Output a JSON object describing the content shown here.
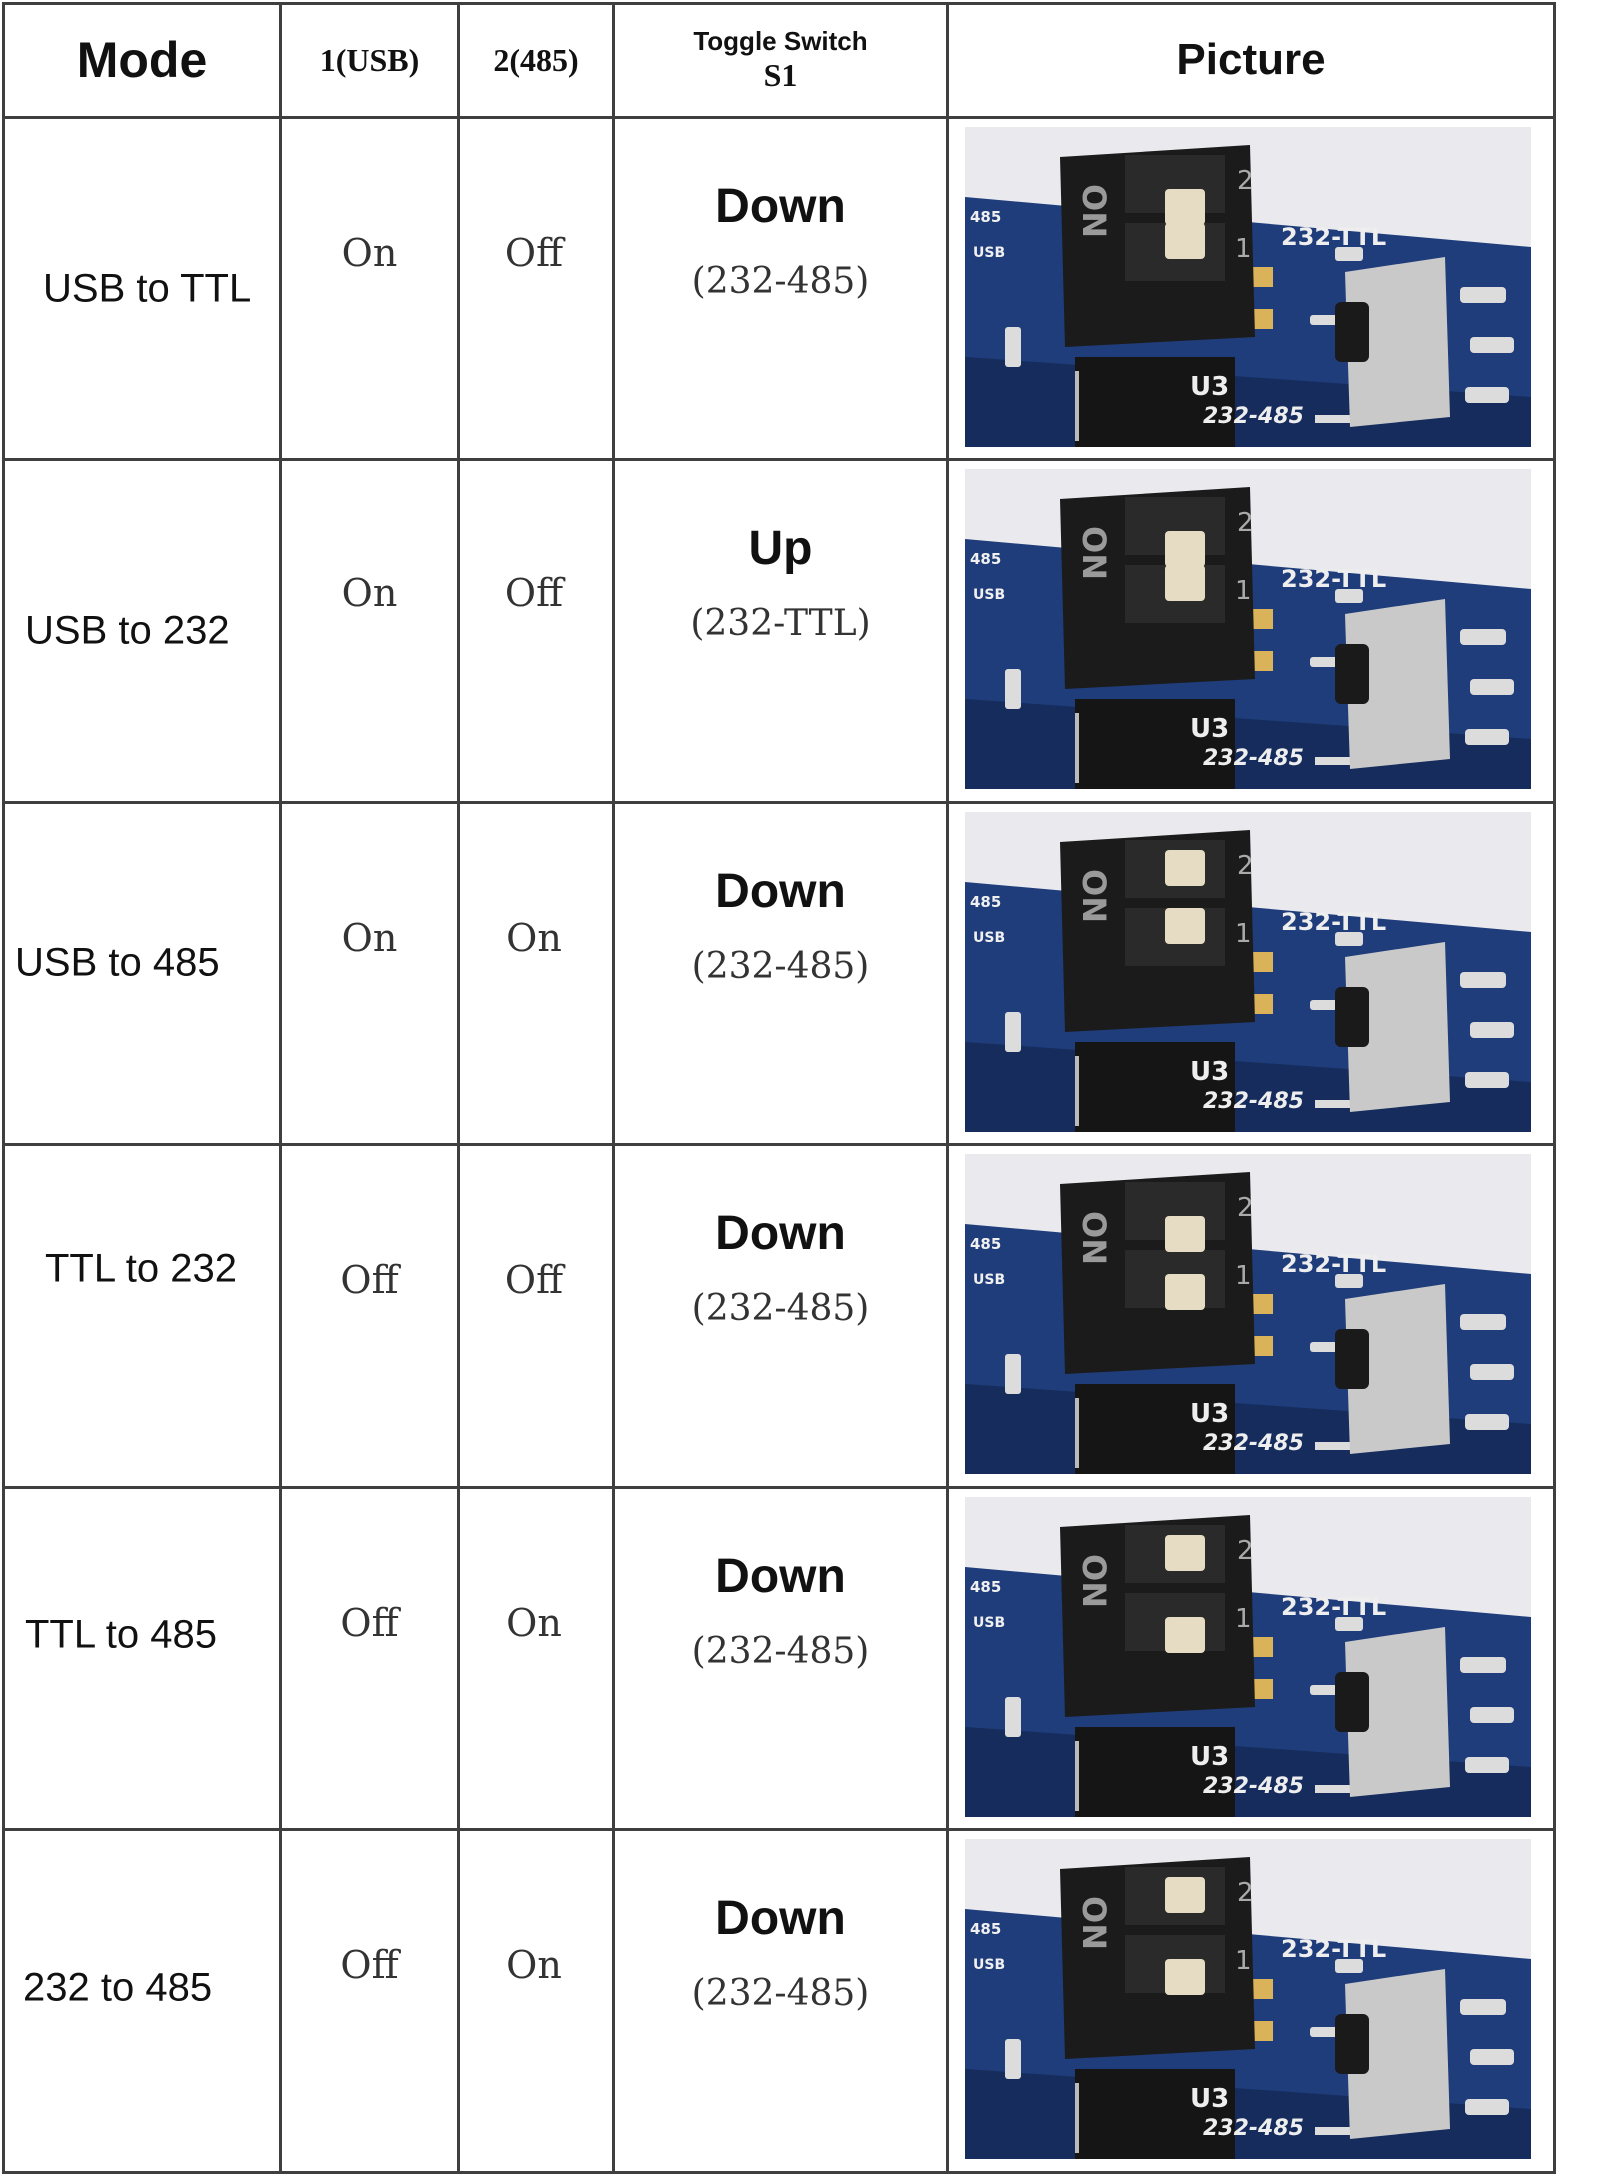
{
  "headers": {
    "mode": "Mode",
    "usb": "1(USB)",
    "rs485": "2(485)",
    "toggle_title": "Toggle Switch",
    "toggle_id": "S1",
    "picture": "Picture"
  },
  "rows": [
    {
      "mode": "USB to TTL",
      "usb": "On",
      "rs485": "Off",
      "switch": "Down",
      "switch_mode": "(232-485)",
      "dip1": "on",
      "dip2": "off"
    },
    {
      "mode": "USB to 232",
      "usb": "On",
      "rs485": "Off",
      "switch": "Up",
      "switch_mode": "(232-TTL)",
      "dip1": "on",
      "dip2": "off"
    },
    {
      "mode": "USB to 485",
      "usb": "On",
      "rs485": "On",
      "switch": "Down",
      "switch_mode": "(232-485)",
      "dip1": "on",
      "dip2": "on"
    },
    {
      "mode": "TTL to 232",
      "usb": "Off",
      "rs485": "Off",
      "switch": "Down",
      "switch_mode": "(232-485)",
      "dip1": "off",
      "dip2": "off"
    },
    {
      "mode": "TTL to 485",
      "usb": "Off",
      "rs485": "On",
      "switch": "Down",
      "switch_mode": "(232-485)",
      "dip1": "off",
      "dip2": "on"
    },
    {
      "mode": "232 to 485",
      "usb": "Off",
      "rs485": "On",
      "switch": "Down",
      "switch_mode": "(232-485)",
      "dip1": "off",
      "dip2": "on"
    }
  ],
  "photo": {
    "on_label": "ON",
    "label_485": "485",
    "label_usb": "USB",
    "label_ttl": "232-TTL",
    "label_u3": "U3",
    "label_bottom": "232-485",
    "pin1": "1",
    "pin2": "2"
  },
  "colors": {
    "board": "#1f3d7a",
    "board_dark": "#152c5c",
    "switch_body": "#1b1b1b",
    "knob": "#e6dcc4",
    "pad": "#d9b25a",
    "slide": "#c9c9c9"
  }
}
